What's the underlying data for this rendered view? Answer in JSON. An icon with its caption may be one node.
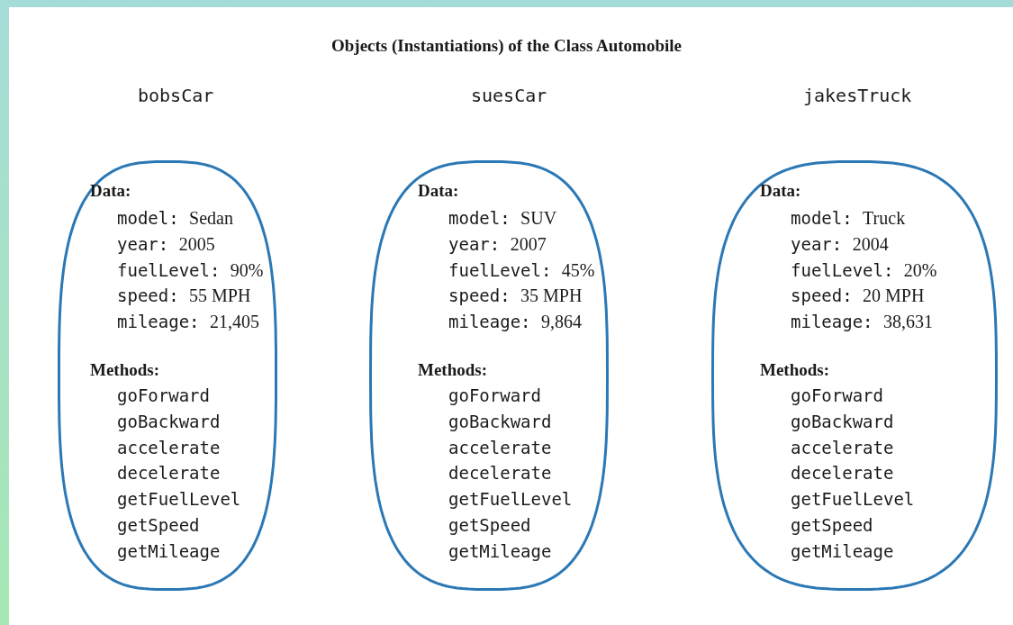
{
  "diagram": {
    "title": "Objects (Instantiations) of the Class Automobile",
    "nodes": [
      {
        "text": [
          "bobsCar",
          "Data:",
          "model: Sedan",
          "year: 2005",
          "fuelLevel: 90%",
          "speed: 55 MPH",
          "mileage: 21,405",
          "Methods:",
          "goForward",
          "goBackward",
          "accelerate",
          "decelerate",
          "getFuelLevel",
          "getSpeed",
          "getMileage"
        ]
      },
      {
        "text": [
          "suesCar",
          "Data:",
          "model: SUV",
          "year: 2007",
          "fuelLevel: 45%",
          "speed: 35 MPH",
          "mileage: 9,864",
          "Methods:",
          "goForward",
          "goBackward",
          "accelerate",
          "decelerate",
          "getFuelLevel",
          "getSpeed",
          "getMileage"
        ]
      },
      {
        "text": [
          "jakesTruck",
          "Data:",
          "model: Truck",
          "year: 2004",
          "fuelLevel: 20%",
          "speed: 20 MPH",
          "mileage: 38,631",
          "Methods:",
          "goForward",
          "goBackward",
          "accelerate",
          "decelerate",
          "getFuelLevel",
          "getSpeed",
          "getMileage"
        ]
      }
    ]
  }
}
